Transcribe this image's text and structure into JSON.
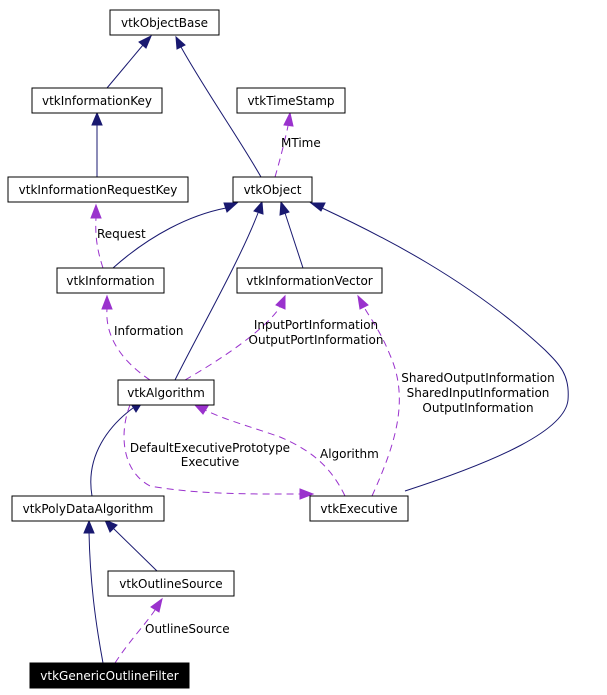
{
  "nodes": {
    "vtkObjectBase": "vtkObjectBase",
    "vtkInformationKey": "vtkInformationKey",
    "vtkTimeStamp": "vtkTimeStamp",
    "vtkInformationRequestKey": "vtkInformationRequestKey",
    "vtkObject": "vtkObject",
    "vtkInformation": "vtkInformation",
    "vtkInformationVector": "vtkInformationVector",
    "vtkAlgorithm": "vtkAlgorithm",
    "vtkPolyDataAlgorithm": "vtkPolyDataAlgorithm",
    "vtkExecutive": "vtkExecutive",
    "vtkOutlineSource": "vtkOutlineSource",
    "vtkGenericOutlineFilter": "vtkGenericOutlineFilter"
  },
  "edge_labels": {
    "mtime": "MTime",
    "request": "Request",
    "information": "Information",
    "input_port_information": "InputPortInformation",
    "output_port_information": "OutputPortInformation",
    "shared_output_information": "SharedOutputInformation",
    "shared_input_information": "SharedInputInformation",
    "output_information": "OutputInformation",
    "default_executive_prototype": "DefaultExecutivePrototype",
    "executive": "Executive",
    "algorithm": "Algorithm",
    "outline_source": "OutlineSource"
  },
  "colors": {
    "inheritance_edge": "#191970",
    "usage_edge": "#9a32cd",
    "highlight_node": "#000000"
  }
}
